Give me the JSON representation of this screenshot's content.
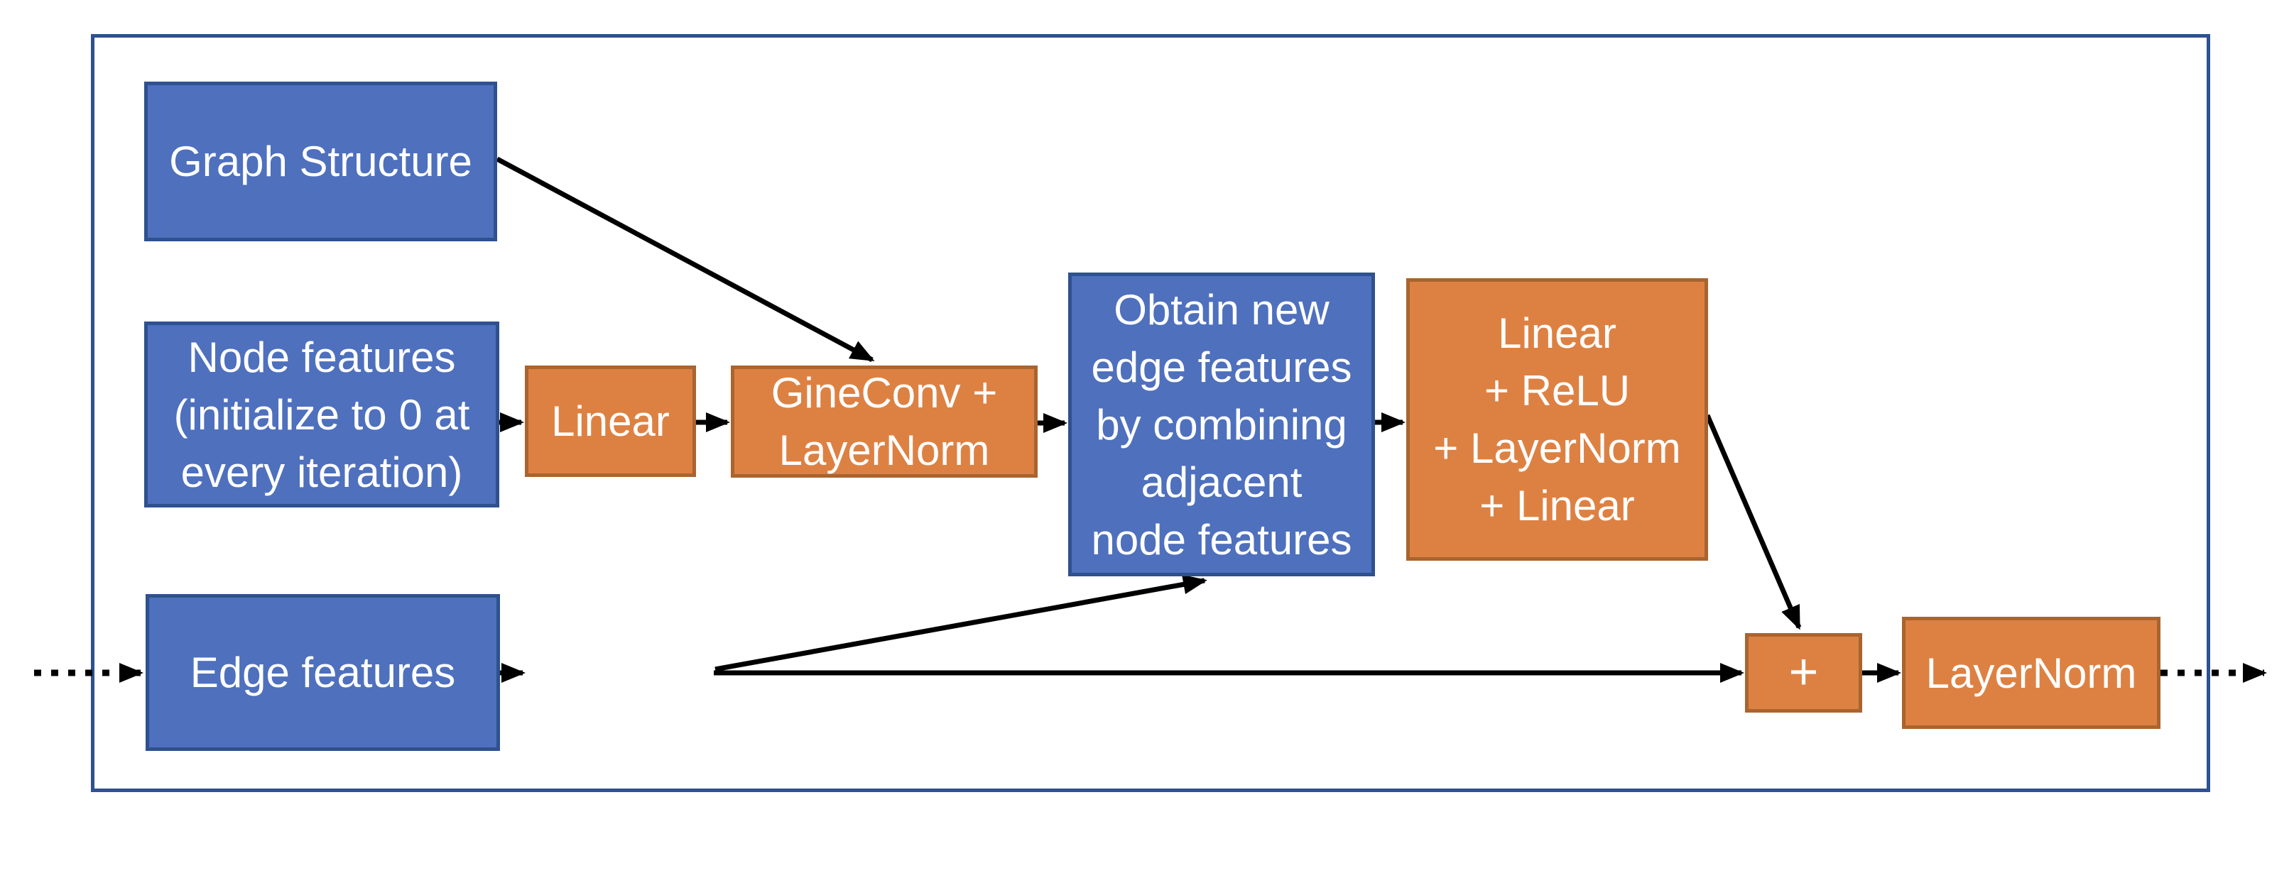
{
  "colors": {
    "blue_fill": "#4E70BD",
    "blue_border": "#2E518F",
    "orange_fill": "#DD8143",
    "orange_border": "#A9642F",
    "outer_border": "#2E518F",
    "arrow": "#000000",
    "text": "#FFFFFF",
    "background": "#FFFFFF"
  },
  "boxes": {
    "graph_structure": {
      "type": "blue",
      "lines": [
        "Graph Structure"
      ]
    },
    "node_features": {
      "type": "blue",
      "lines": [
        "Node features",
        "(initialize to 0 at",
        "every iteration)"
      ]
    },
    "edge_features": {
      "type": "blue",
      "lines": [
        "Edge features"
      ]
    },
    "linear_node": {
      "type": "orange",
      "lines": [
        "Linear"
      ]
    },
    "gineconv": {
      "type": "orange",
      "lines": [
        "GineConv +",
        "LayerNorm"
      ]
    },
    "obtain_edge": {
      "type": "blue",
      "lines": [
        "Obtain new",
        "edge features",
        "by combining",
        "adjacent",
        "node features"
      ]
    },
    "linear_relu": {
      "type": "orange",
      "lines": [
        "Linear",
        "+ ReLU",
        "+ LayerNorm",
        "+ Linear"
      ]
    },
    "plus": {
      "type": "orange",
      "lines": [
        "+"
      ]
    },
    "layernorm_out": {
      "type": "orange",
      "lines": [
        "LayerNorm"
      ]
    }
  },
  "connections": [
    {
      "from": "external-input",
      "to": "edge_features",
      "style": "dotted"
    },
    {
      "from": "graph_structure",
      "to": "gineconv",
      "style": "solid"
    },
    {
      "from": "node_features",
      "to": "linear_node",
      "style": "solid"
    },
    {
      "from": "linear_node",
      "to": "gineconv",
      "style": "solid"
    },
    {
      "from": "gineconv",
      "to": "obtain_edge",
      "style": "solid"
    },
    {
      "from": "obtain_edge",
      "to": "linear_relu",
      "style": "solid"
    },
    {
      "from": "linear_relu",
      "to": "plus",
      "style": "solid"
    },
    {
      "from": "edge_features",
      "to": "linear_node_edge",
      "style": "solid"
    },
    {
      "from": "linear_node_edge",
      "to": "obtain_edge",
      "style": "solid"
    },
    {
      "from": "linear_node_edge",
      "to": "plus",
      "style": "solid"
    },
    {
      "from": "plus",
      "to": "layernorm_out",
      "style": "solid"
    },
    {
      "from": "layernorm_out",
      "to": "external-output",
      "style": "dotted"
    }
  ]
}
